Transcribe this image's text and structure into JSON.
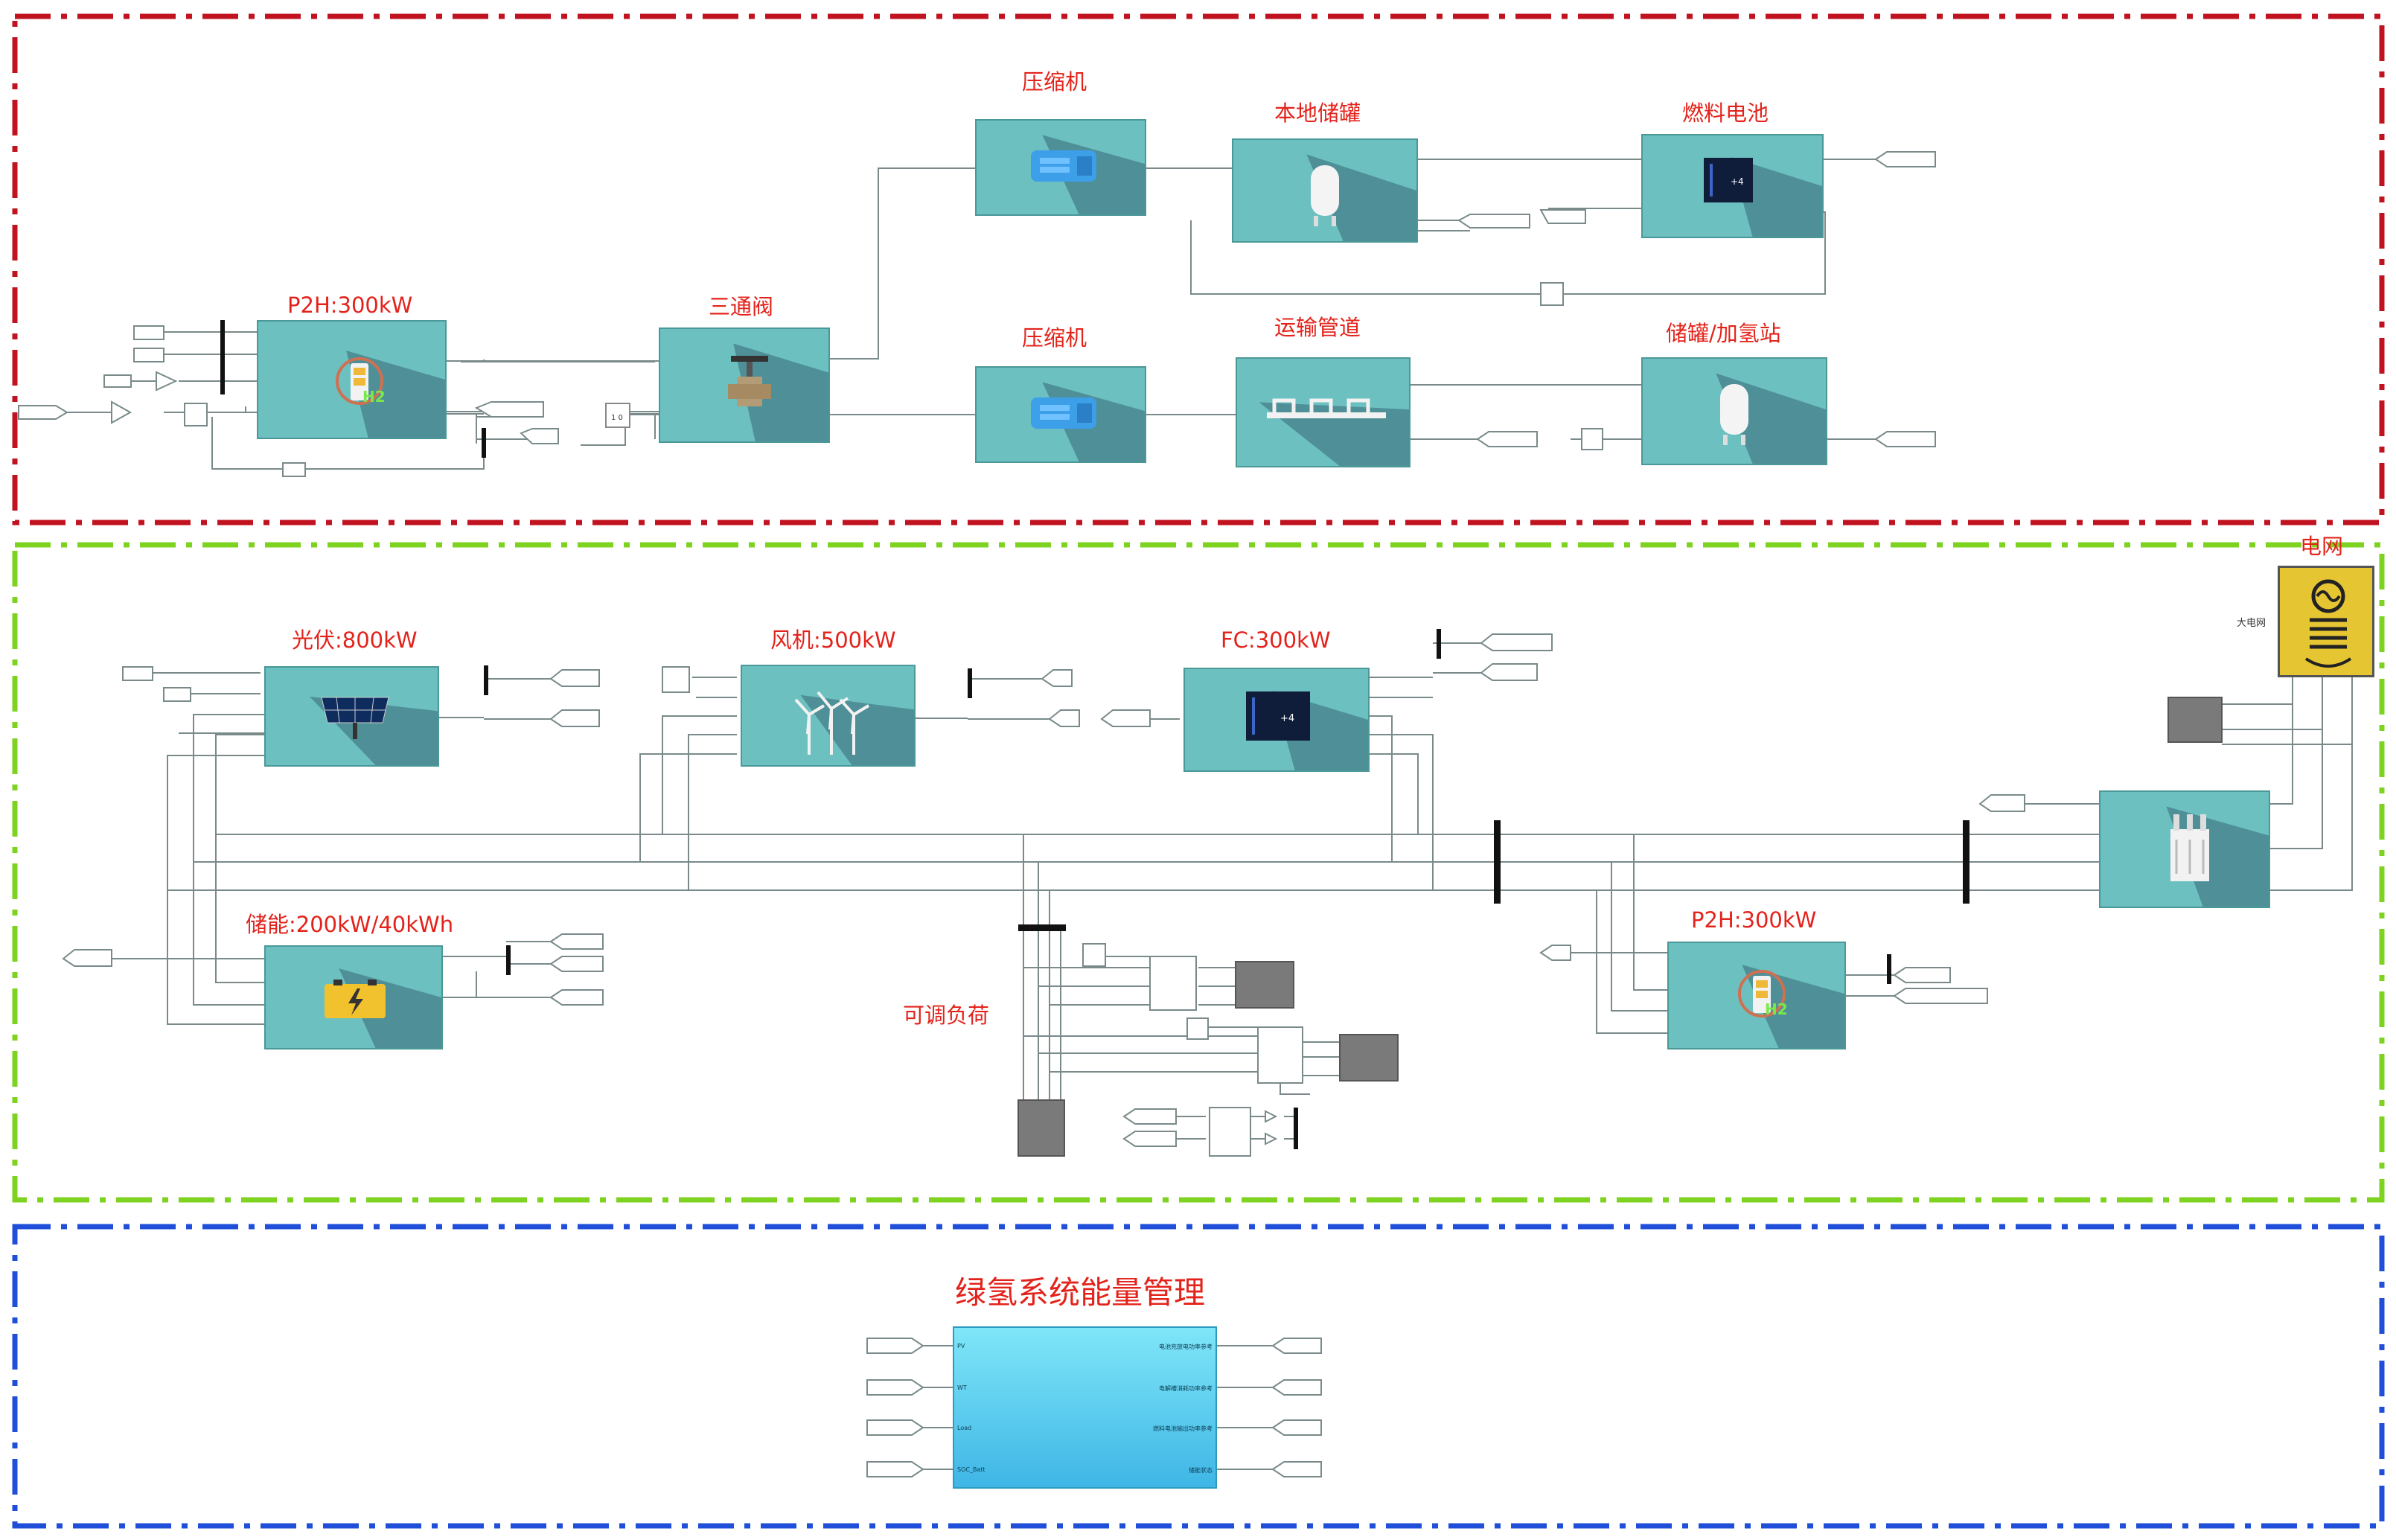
{
  "zones": {
    "hydrogen": {
      "color": "#c0121f"
    },
    "power": {
      "color": "#7ed321"
    },
    "energy_management": {
      "color": "#1f4fd8",
      "title": "绿氢系统能量管理"
    }
  },
  "hydrogen_blocks": {
    "p2h": {
      "title": "P2H:300kW"
    },
    "three_way_valve": {
      "title": "三通阀"
    },
    "compressor_top": {
      "title": "压缩机"
    },
    "compressor_bottom": {
      "title": "压缩机"
    },
    "local_tank": {
      "title": "本地储罐"
    },
    "pipeline": {
      "title": "运输管道"
    },
    "fuel_cell": {
      "title": "燃料电池"
    },
    "tank_station": {
      "title": "储罐/加氢站"
    }
  },
  "power_blocks": {
    "pv": {
      "title": "光伏:800kW"
    },
    "wind": {
      "title": "风机:500kW"
    },
    "fc": {
      "title": "FC:300kW"
    },
    "storage": {
      "title": "储能:200kW/40kWh"
    },
    "p2h2": {
      "title": "P2H:300kW"
    },
    "adjustable_load": {
      "title": "可调负荷"
    },
    "grid": {
      "title": "电网",
      "icon_label": "大电网"
    }
  },
  "ems_block": {
    "inputs": [
      "PV",
      "WT",
      "Load",
      "SOC_Batt"
    ],
    "outputs": [
      "电池充放电功率参考",
      "电解槽消耗功率参考",
      "燃料电池输出功率参考",
      "储能状态"
    ]
  },
  "colors": {
    "block_fill": "#6cc0c0",
    "block_shadow": "#4f8f97",
    "title_red": "#e3231b",
    "wire": "#7a8a8a",
    "bus": "#111111"
  }
}
